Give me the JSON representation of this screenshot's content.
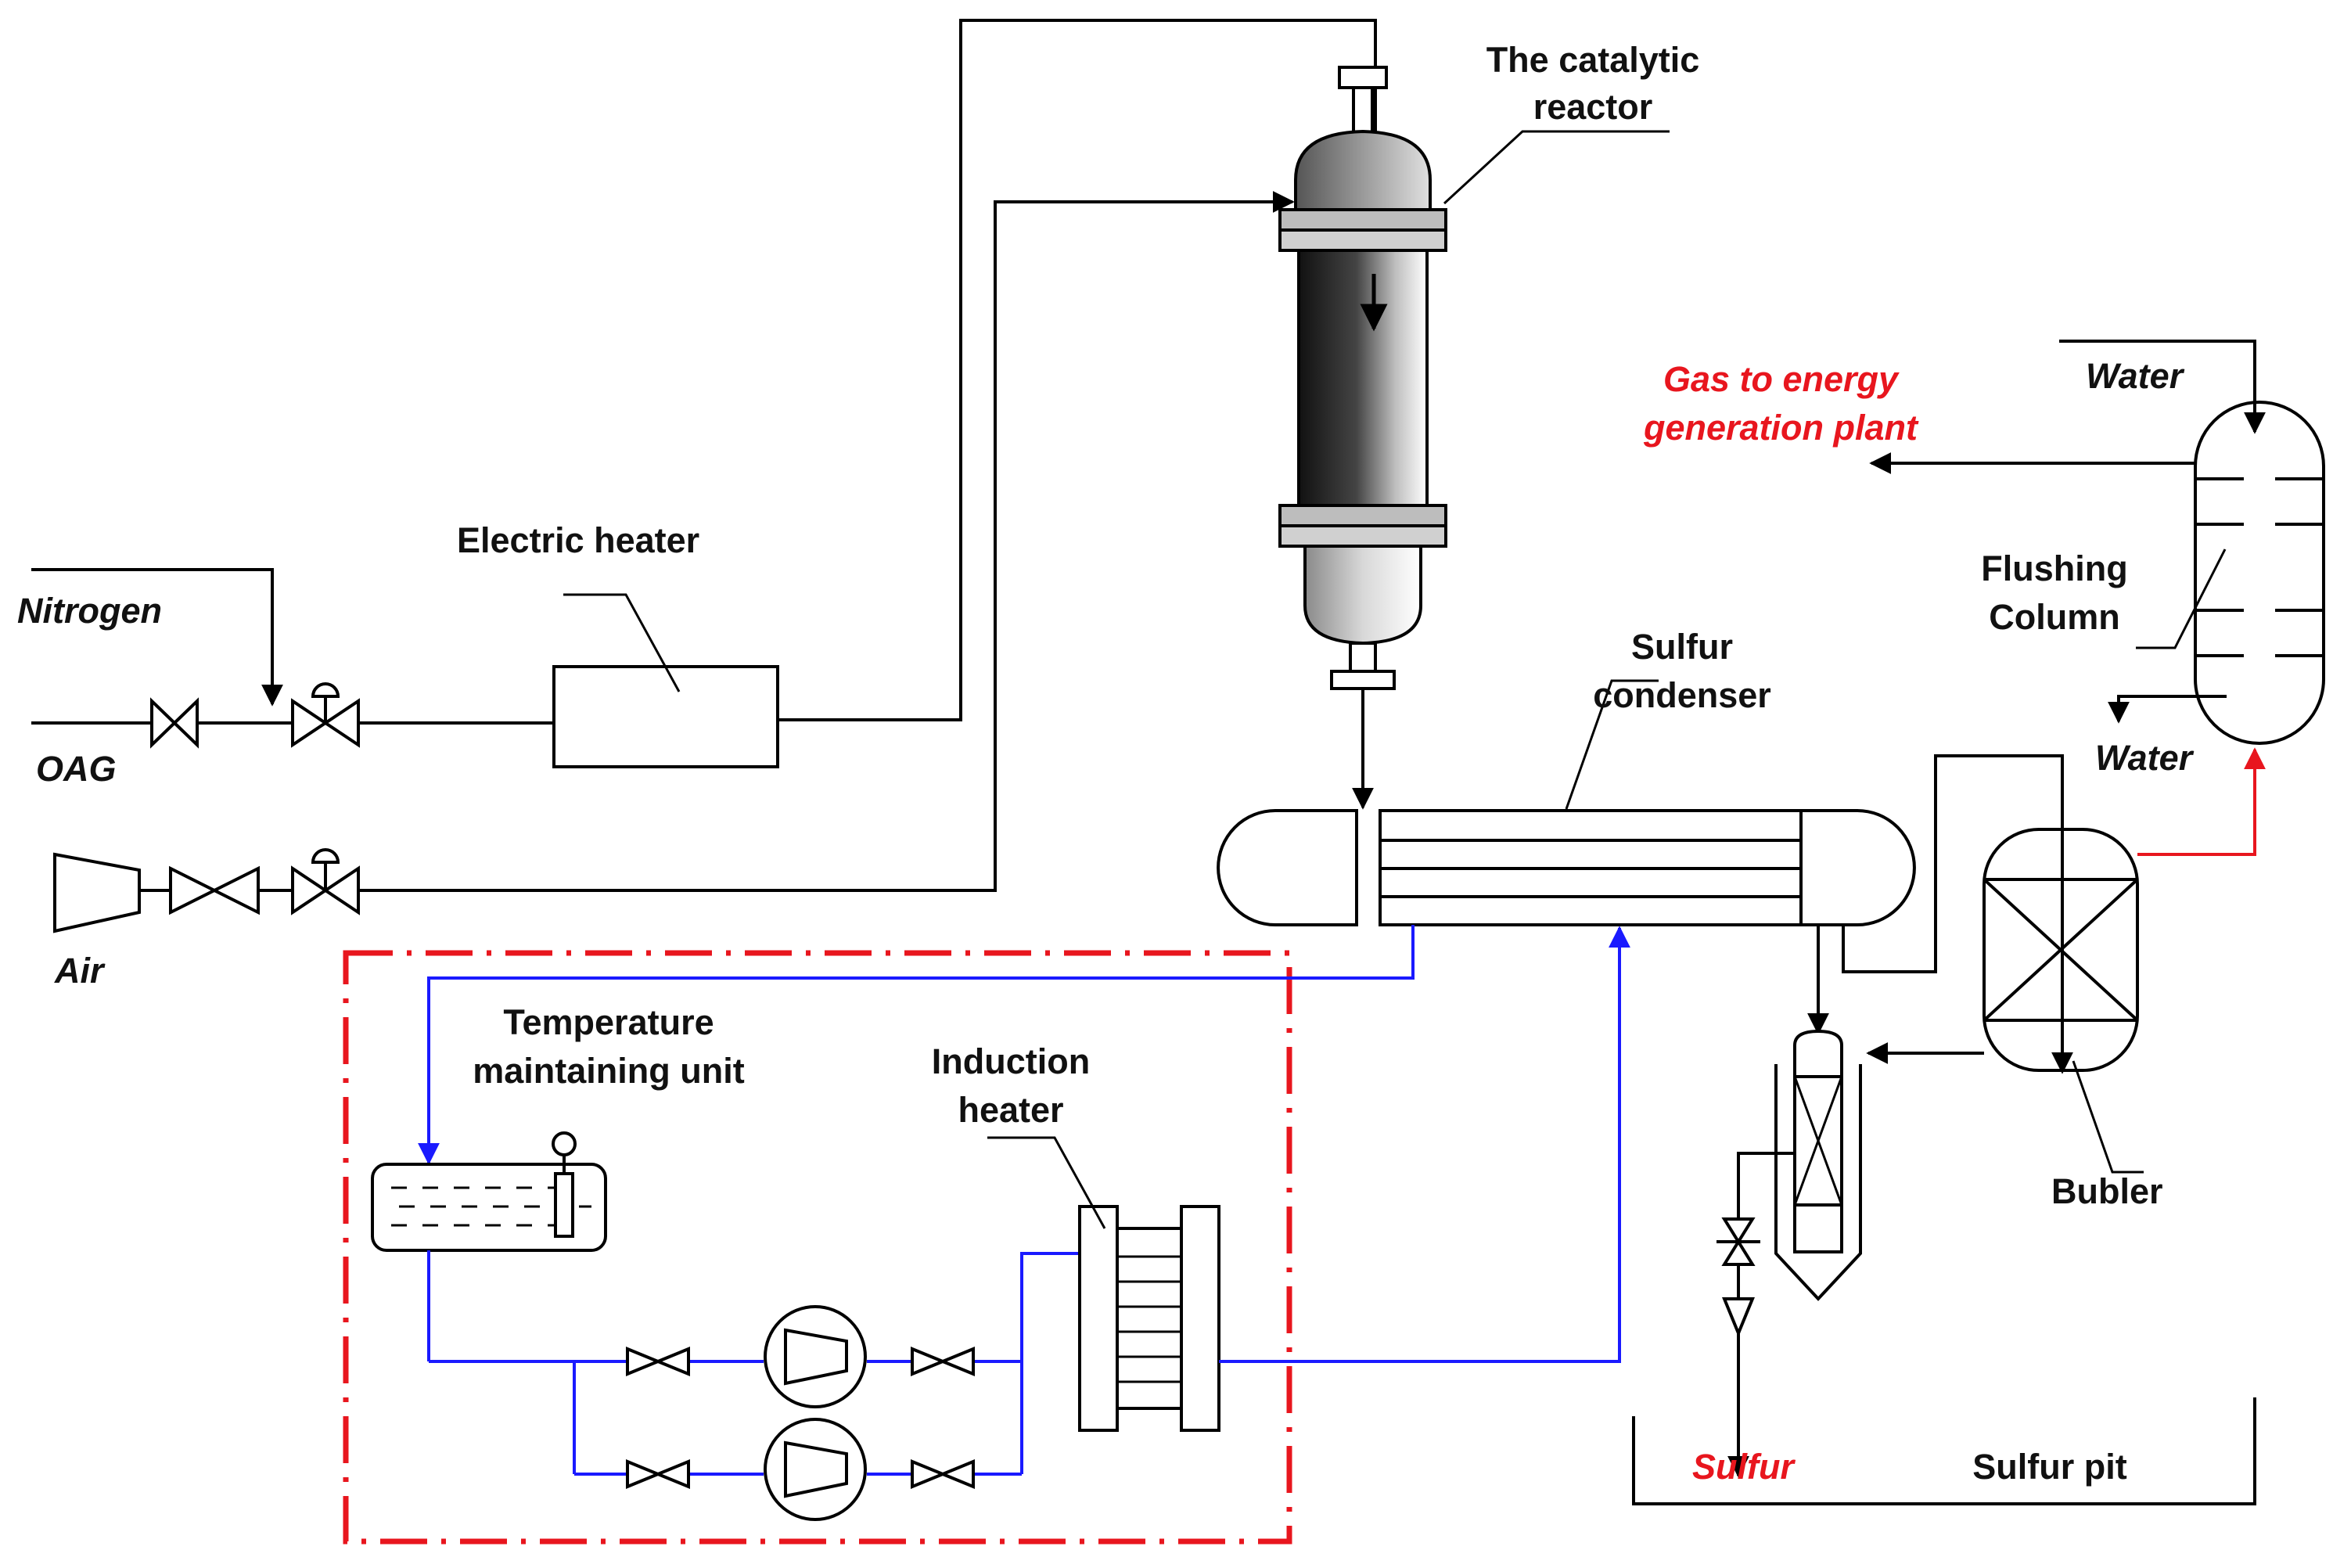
{
  "labels": {
    "catalytic_reactor_line1": "The catalytic",
    "catalytic_reactor_line2": "reactor",
    "electric_heater": "Electric heater",
    "nitrogen": "Nitrogen",
    "oag": "OAG",
    "air": "Air",
    "gas_to_energy_line1": "Gas to energy",
    "gas_to_energy_line2": "generation plant",
    "water_in": "Water",
    "water_out": "Water",
    "flushing_line1": "Flushing",
    "flushing_line2": "Column",
    "sulfur_condenser_line1": "Sulfur",
    "sulfur_condenser_line2": "condenser",
    "temp_unit_line1": "Temperature",
    "temp_unit_line2": "maintaining unit",
    "induction_line1": "Induction",
    "induction_line2": "heater",
    "bubler": "Bubler",
    "sulfur": "Sulfur",
    "sulfur_pit": "Sulfur pit"
  },
  "colors": {
    "process_line": "#000000",
    "coolant_line": "#1a1aff",
    "highlight": "#e8161e"
  }
}
